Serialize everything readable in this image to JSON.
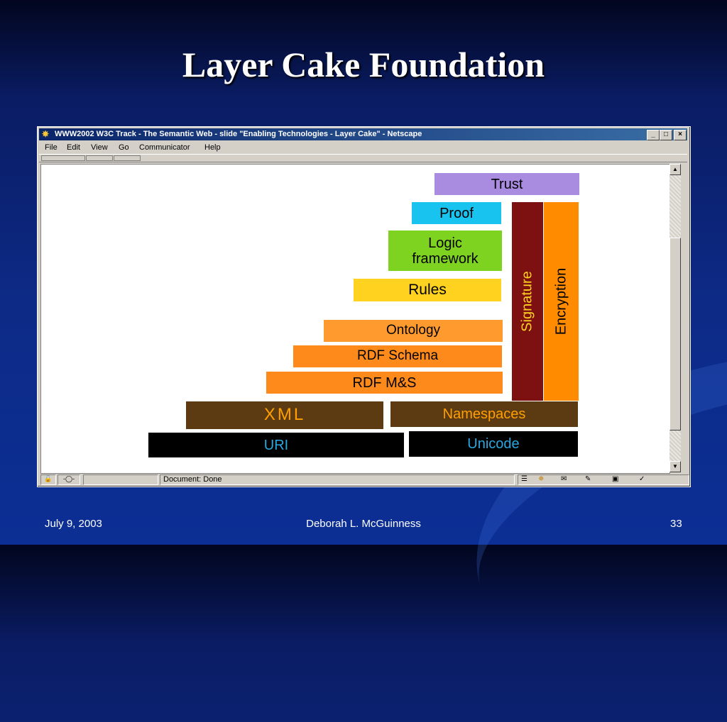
{
  "slide": {
    "title": "Layer Cake Foundation",
    "footer_date": "July 9, 2003",
    "footer_author": "Deborah L. McGuinness",
    "footer_page": "33"
  },
  "browser": {
    "window_title": "WWW2002 W3C Track - The Semantic Web - slide \"Enabling Technologies - Layer Cake\" - Netscape",
    "menu": [
      "File",
      "Edit",
      "View",
      "Go",
      "Communicator",
      "Help"
    ],
    "status_text": "Document: Done"
  },
  "layers": {
    "trust": "Trust",
    "proof": "Proof",
    "logic_line1": "Logic",
    "logic_line2": "framework",
    "rules": "Rules",
    "ontology": "Ontology",
    "rdf_schema": "RDF Schema",
    "rdf_ms": "RDF M&S",
    "xml": "XML",
    "namespaces": "Namespaces",
    "uri": "URI",
    "unicode": "Unicode",
    "signature": "Signature",
    "encryption": "Encryption"
  },
  "colors": {
    "trust": "#a98be0",
    "proof": "#19c3f0",
    "logic": "#7ed321",
    "rules": "#ffd21f",
    "ontology": "#ff9a2e",
    "rdf": "#ff8a1c",
    "xml": "#5c3a12",
    "foundation": "#000000",
    "signature": "#7d1010",
    "encryption": "#ff8c00"
  },
  "icons": [
    "netscape-icon",
    "minimize-icon",
    "maximize-icon",
    "close-icon"
  ]
}
